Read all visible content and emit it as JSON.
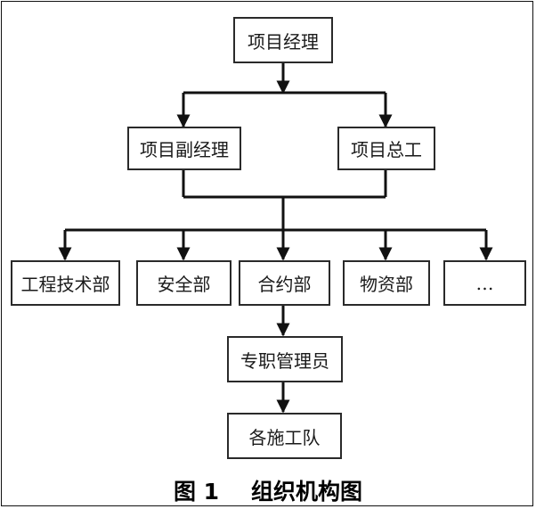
{
  "chart": {
    "nodes": {
      "manager": "项目经理",
      "deputy_manager": "项目副经理",
      "chief_engineer": "项目总工",
      "engineering_dept": "工程技术部",
      "safety_dept": "安全部",
      "contract_dept": "合约部",
      "materials_dept": "物资部",
      "more": "…",
      "dedicated_manager": "专职管理员",
      "work_teams": "各施工队"
    },
    "edges": [
      [
        "manager",
        "deputy_manager"
      ],
      [
        "manager",
        "chief_engineer"
      ],
      [
        "deputy_manager",
        "engineering_dept"
      ],
      [
        "deputy_manager",
        "safety_dept"
      ],
      [
        "deputy_manager",
        "contract_dept"
      ],
      [
        "deputy_manager",
        "materials_dept"
      ],
      [
        "deputy_manager",
        "more"
      ],
      [
        "chief_engineer",
        "engineering_dept"
      ],
      [
        "chief_engineer",
        "safety_dept"
      ],
      [
        "chief_engineer",
        "contract_dept"
      ],
      [
        "chief_engineer",
        "materials_dept"
      ],
      [
        "chief_engineer",
        "more"
      ],
      [
        "contract_dept",
        "dedicated_manager"
      ],
      [
        "dedicated_manager",
        "work_teams"
      ]
    ]
  },
  "caption": {
    "figure_no": "图 1",
    "title": "组织机构图"
  }
}
